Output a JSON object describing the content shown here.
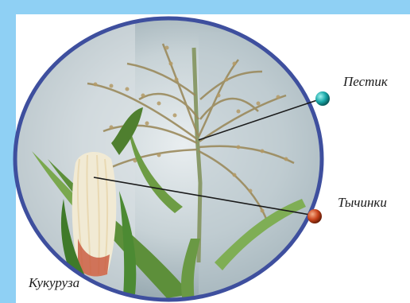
{
  "labels": {
    "pistil": "Пестик",
    "stamens": "Тычинки",
    "plant": "Кукуруза"
  },
  "colors": {
    "background_blue": "#8fd0f4",
    "circle_border": "#3e4f9e",
    "marker_pistil": "#17a6a6",
    "marker_stamens": "#c8431b"
  }
}
